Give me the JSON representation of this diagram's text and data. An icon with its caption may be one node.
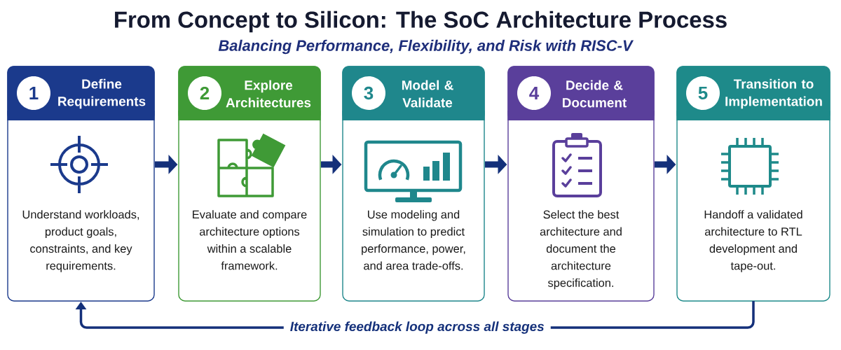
{
  "diagram": {
    "title": "From Concept to Silicon: The SoC Architecture Process",
    "nodes": [
      {
        "text": [
          "Define Requirements",
          "Understand workloads, product goals, constraints, and key requirements."
        ]
      },
      {
        "text": [
          "1"
        ],
        "in": 0
      },
      {
        "text": [
          "Explore Architectures",
          "Evaluate and compare architecture options within a scalable framework."
        ]
      },
      {
        "text": [
          "2"
        ],
        "in": 2
      },
      {
        "text": [
          "Model & Validate",
          "Use modeling and simulation to predict performance, power, and area trade-offs."
        ]
      },
      {
        "text": [
          "3"
        ],
        "in": 4
      },
      {
        "text": [
          "Decide & Document",
          "Select the best architecture and document the architecture specification."
        ]
      },
      {
        "text": [
          "4"
        ],
        "in": 6
      },
      {
        "text": [
          "Transition to Implementation",
          "Handoff a validated architecture to RTL development and tape-out."
        ]
      },
      {
        "text": [
          "5"
        ],
        "in": 8
      }
    ],
    "edges": [
      {
        "from": 0,
        "to": 2,
        "arrow": "to"
      },
      {
        "from": 2,
        "to": 4,
        "arrow": "to"
      },
      {
        "from": 4,
        "to": 6,
        "arrow": "to"
      },
      {
        "from": 6,
        "to": 8,
        "arrow": "to"
      },
      {
        "from": 8,
        "to": 0,
        "arrow": "to",
        "label": "Iterative feedback loop across all stages"
      }
    ],
    "labels": [
      "Balancing Performance, Flexibility, and Risk with RISC-V"
    ]
  }
}
